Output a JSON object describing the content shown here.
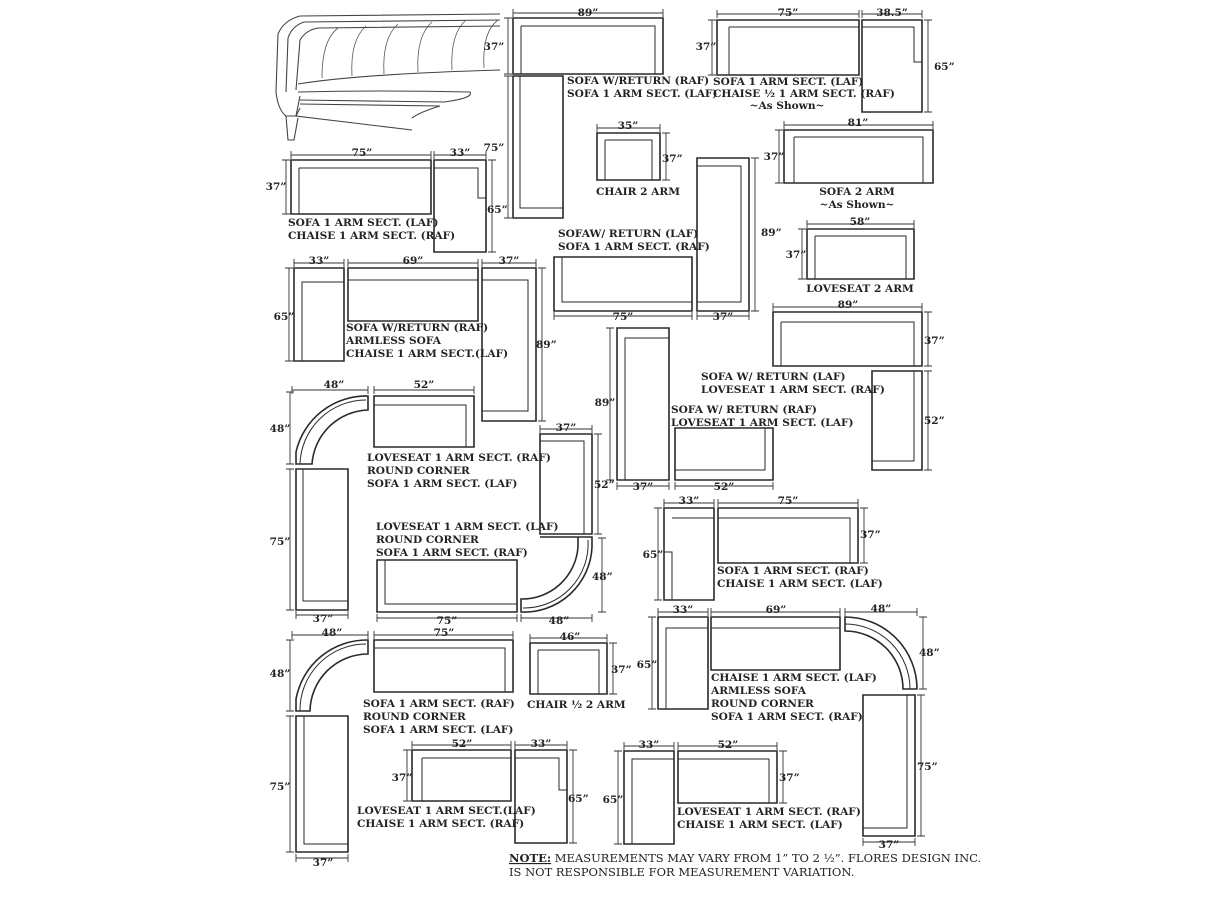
{
  "units": {
    "u33": "33”",
    "u35": "35”",
    "u37": "37”",
    "u38_5": "38.5”",
    "u46": "46”",
    "u48": "48”",
    "u52": "52”",
    "u58": "58”",
    "u65": "65”",
    "u69": "69”",
    "u75": "75”",
    "u81": "81”",
    "u89": "89”"
  },
  "configs": {
    "c01": [
      "SOFA W/RETURN (RAF)",
      "SOFA 1 ARM SECT. (LAF)"
    ],
    "c02": [
      "SOFA 1 ARM SECT. (LAF)",
      "CHAISE ½ 1 ARM SECT. (RAF)",
      "~As Shown~"
    ],
    "c03": [
      "SOFA 1 ARM SECT. (LAF)",
      "CHAISE 1 ARM SECT. (RAF)"
    ],
    "c04": [
      "CHAIR 2 ARM"
    ],
    "c05": [
      "SOFA 2 ARM",
      "~As Shown~"
    ],
    "c06": [
      "SOFAW/ RETURN (LAF)",
      "SOFA 1 ARM SECT. (RAF)"
    ],
    "c07": [
      "LOVESEAT  2 ARM"
    ],
    "c08": [
      "SOFA W/RETURN (RAF)",
      "ARMLESS SOFA",
      "CHAISE 1 ARM SECT.(LAF)"
    ],
    "c09": [
      "SOFA  W/ RETURN (LAF)",
      "LOVESEAT 1 ARM SECT. (RAF)"
    ],
    "c10": [
      "SOFA W/ RETURN (RAF)",
      "LOVESEAT 1 ARM SECT. (LAF)"
    ],
    "c11": [
      "LOVESEAT 1 ARM SECT. (RAF)",
      "ROUND CORNER",
      "SOFA 1 ARM SECT. (LAF)"
    ],
    "c12": [
      "LOVESEAT 1 ARM SECT. (LAF)",
      "ROUND CORNER",
      "SOFA 1 ARM SECT. (RAF)"
    ],
    "c13": [
      "SOFA 1 ARM SECT. (RAF)",
      "CHAISE 1 ARM SECT. (LAF)"
    ],
    "c14": [
      "CHAISE 1 ARM SECT. (LAF)",
      "ARMLESS SOFA",
      "ROUND CORNER",
      "SOFA 1 ARM SECT. (RAF)"
    ],
    "c15": [
      "CHAIR ½  2 ARM"
    ],
    "c16": [
      "SOFA 1 ARM SECT. (RAF)",
      "ROUND CORNER",
      "SOFA 1 ARM SECT. (LAF)"
    ],
    "c17": [
      "LOVESEAT 1 ARM SECT.(LAF)",
      "CHAISE 1 ARM SECT. (RAF)"
    ],
    "c18": [
      "LOVESEAT 1 ARM SECT. (RAF)",
      "CHAISE 1 ARM SECT. (LAF)"
    ]
  },
  "note": {
    "label": "NOTE:",
    "line1": " MEASUREMENTS MAY VARY FROM 1” TO 2 ½”. FLORES DESIGN INC.",
    "line2": "IS NOT RESPONSIBLE FOR MEASUREMENT VARIATION."
  }
}
